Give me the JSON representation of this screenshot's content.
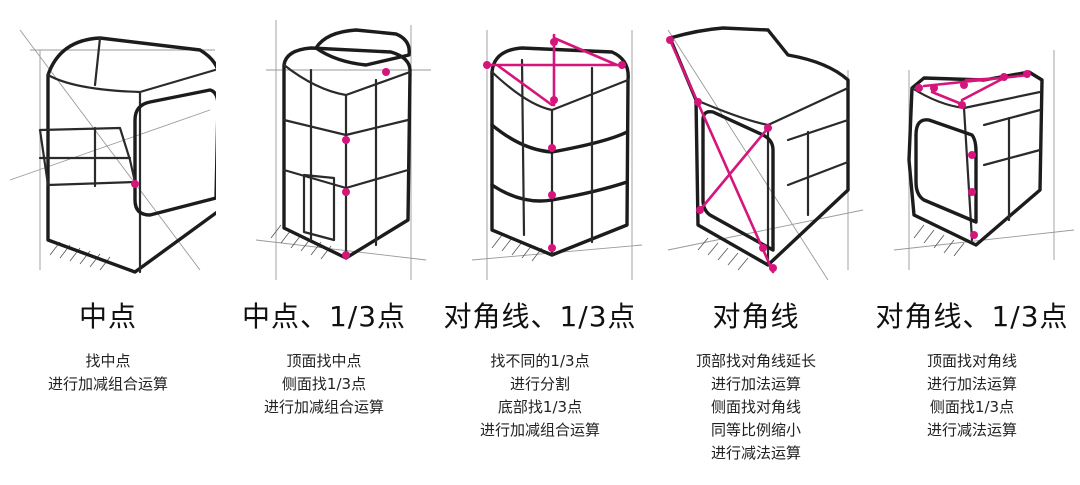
{
  "colors": {
    "accent": "#d6157c",
    "ink": "#1c1c1c",
    "background": "#ffffff"
  },
  "panels": [
    {
      "title": "中点",
      "lines": [
        "找中点",
        "进行加减组合运算"
      ]
    },
    {
      "title": "中点、1/3点",
      "lines": [
        "顶面找中点",
        "侧面找1/3点",
        "进行加减组合运算"
      ]
    },
    {
      "title": "对角线、1/3点",
      "lines": [
        "找不同的1/3点",
        "进行分割",
        "底部找1/3点",
        "进行加减组合运算"
      ]
    },
    {
      "title": "对角线",
      "lines": [
        "顶部找对角线延长",
        "进行加法运算",
        "侧面找对角线",
        "同等比例缩小",
        "进行减法运算"
      ]
    },
    {
      "title": "对角线、1/3点",
      "lines": [
        "顶面找对角线",
        "进行加法运算",
        "侧面找1/3点",
        "进行减法运算"
      ]
    }
  ]
}
